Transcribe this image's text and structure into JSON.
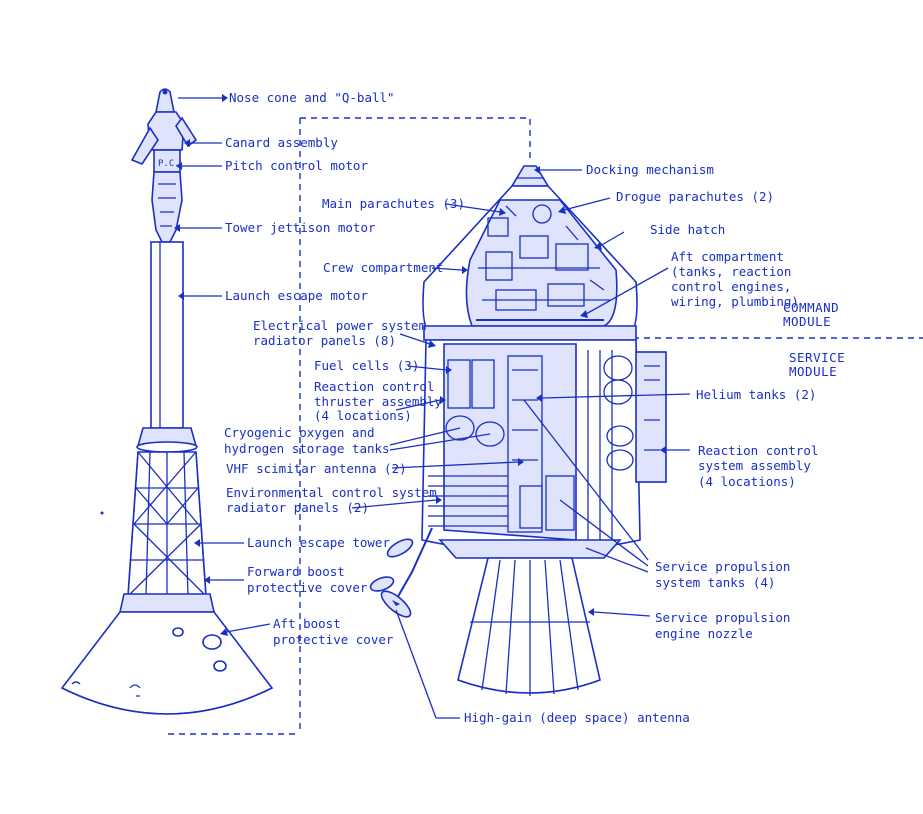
{
  "labels": {
    "nose_cone": "Nose cone and \"Q-ball\"",
    "canard": "Canard assembly",
    "pitch_motor": "Pitch control motor",
    "tower_jettison": "Tower jettison motor",
    "launch_escape_motor": "Launch escape motor",
    "launch_escape_tower": "Launch escape tower",
    "forward_cover_1": "Forward boost",
    "forward_cover_2": "protective cover",
    "aft_cover_1": "Aft boost",
    "aft_cover_2": "protective cover",
    "docking": "Docking mechanism",
    "main_chutes": "Main parachutes (3)",
    "drogue_chutes": "Drogue parachutes (2)",
    "side_hatch": "Side hatch",
    "crew_compartment": "Crew compartment",
    "aft_comp_1": "Aft compartment",
    "aft_comp_2": "(tanks, reaction",
    "aft_comp_3": "control engines,",
    "aft_comp_4": "wiring, plumbing)",
    "eps_1": "Electrical power system",
    "eps_2": "radiator panels (8)",
    "fuel_cells": "Fuel cells (3)",
    "rcta_1": "Reaction control",
    "rcta_2": "thruster assembly",
    "rcta_3": "(4 locations)",
    "cryo_1": "Cryogenic oxygen and",
    "cryo_2": "hydrogen storage tanks",
    "vhf": "VHF scimitar antenna (2)",
    "ecs_1": "Environmental control system",
    "ecs_2": "radiator panels (2)",
    "helium": "Helium tanks (2)",
    "rcs_1": "Reaction control",
    "rcs_2": "system assembly",
    "rcs_3": "(4 locations)",
    "sps_tanks_1": "Service propulsion",
    "sps_tanks_2": "system tanks (4)",
    "sps_nozzle_1": "Service propulsion",
    "sps_nozzle_2": "engine nozzle",
    "hga": "High-gain (deep space) antenna"
  },
  "modules": {
    "command_1": "COMMAND",
    "command_2": "MODULE",
    "service_1": "SERVICE",
    "service_2": "MODULE"
  },
  "colors": {
    "ink": "#1a2fc4",
    "paper": "#ffffff"
  }
}
